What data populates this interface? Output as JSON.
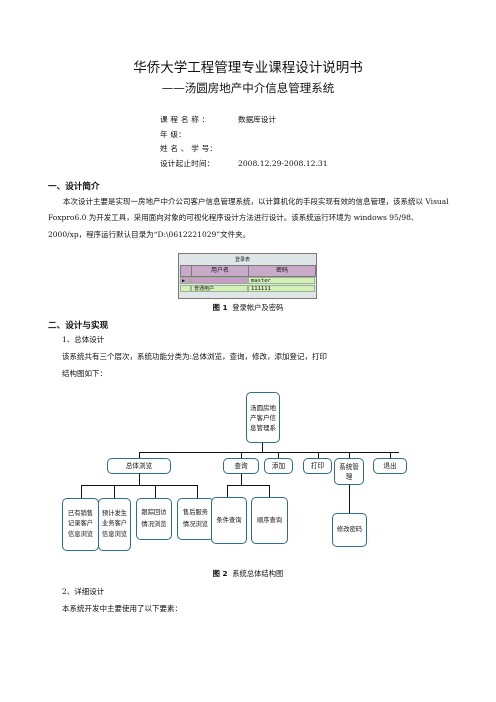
{
  "title": "华侨大学工程管理专业课程设计说明书",
  "subtitle": "——汤圆房地产中介信息管理系统",
  "meta": [
    {
      "label": "课 程 名 称 ：",
      "value": "数据库设计"
    },
    {
      "label": "年          级：",
      "value": ""
    },
    {
      "label": "姓 名 、 学 号：",
      "value": ""
    },
    {
      "label": "设计起止时间：",
      "value": "2008.12.29-2008.12.31"
    }
  ],
  "section1": {
    "heading": "一、设计简介",
    "para": "本次设计主要是实现一房地产中介公司客户信息管理系统，以计算机化的手段实现有效的信息管理，该系统以 Visual Foxpro6.0 为开发工具，采用面向对象的可视化程序设计方法进行设计。该系统运行环境为 windows 95/98、2000/xp，程序运行默认目录为“D:\\0612221029”文件夹。"
  },
  "login_table": {
    "title": "登录表",
    "columns": [
      "用户名",
      "密码"
    ],
    "rows": [
      {
        "marker": "▶",
        "user": "",
        "password": "master"
      },
      {
        "marker": "",
        "user": "普通用户",
        "password": "111111"
      }
    ]
  },
  "figure1": {
    "num": "图 1",
    "text": "登录帐户及密码"
  },
  "section2": {
    "heading": "二、设计与实现",
    "sub1": "1、总体设计",
    "line1": "该系统共有三个层次，系统功能分类为:总体浏览，查询，修改，添加登记，打印",
    "line2": "结构图如下："
  },
  "chart": {
    "root": "汤圆房地产客户信息管理系",
    "level1": [
      "总体浏览",
      "查询",
      "添加",
      "打印",
      "系统管理",
      "退出"
    ],
    "browse_children": [
      "已有销售记录客户信息浏览",
      "预计发生业务客户信息浏览",
      "跟踪回访情况浏览",
      "售后服务情况浏览"
    ],
    "query_children": [
      "条件查询",
      "顺序查询"
    ],
    "admin_children": [
      "修改密码"
    ]
  },
  "figure2": {
    "num": "图 2",
    "text": "系统总体结构图"
  },
  "sub2": "2、详细设计",
  "line3": "本系统开发中主要使用了以下要素："
}
